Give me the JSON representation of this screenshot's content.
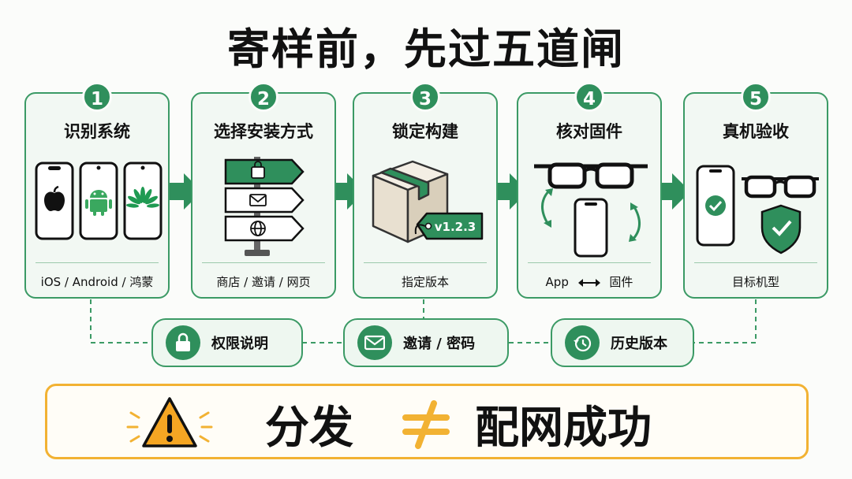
{
  "title": "寄样前，先过五道闸",
  "steps": [
    {
      "number": "1",
      "title": "识别系统",
      "caption": "iOS / Android / 鸿蒙"
    },
    {
      "number": "2",
      "title": "选择安装方式",
      "caption": "商店 / 邀请 / 网页"
    },
    {
      "number": "3",
      "title": "锁定构建",
      "caption": "指定版本",
      "tag": "v1.2.3"
    },
    {
      "number": "4",
      "title": "核对固件",
      "caption_left": "App",
      "caption_right": "固件"
    },
    {
      "number": "5",
      "title": "真机验收",
      "caption": "目标机型"
    }
  ],
  "notes": [
    {
      "label": "权限说明",
      "icon": "lock-icon"
    },
    {
      "label": "邀请 / 密码",
      "icon": "envelope-icon"
    },
    {
      "label": "历史版本",
      "icon": "history-icon"
    }
  ],
  "banner": {
    "left": "分发",
    "right": "配网成功"
  },
  "colors": {
    "green": "#2f8f5c",
    "border": "#3b9a65",
    "warning": "#f2b233"
  }
}
